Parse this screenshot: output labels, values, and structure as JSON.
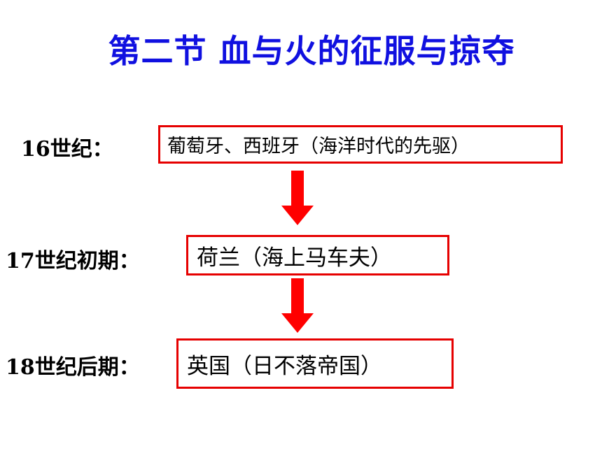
{
  "title": "第二节  血与火的征服与掠夺",
  "timeline": [
    {
      "era": "16世纪：",
      "text": "葡萄牙、西班牙（海洋时代的先驱）"
    },
    {
      "era": "17世纪初期：",
      "text": "荷兰（海上马车夫）"
    },
    {
      "era": "18世纪后期：",
      "text": "英国（日不落帝国）"
    }
  ],
  "colors": {
    "title": "#1010e0",
    "box_border": "#e60000",
    "arrow": "#ff0000"
  }
}
